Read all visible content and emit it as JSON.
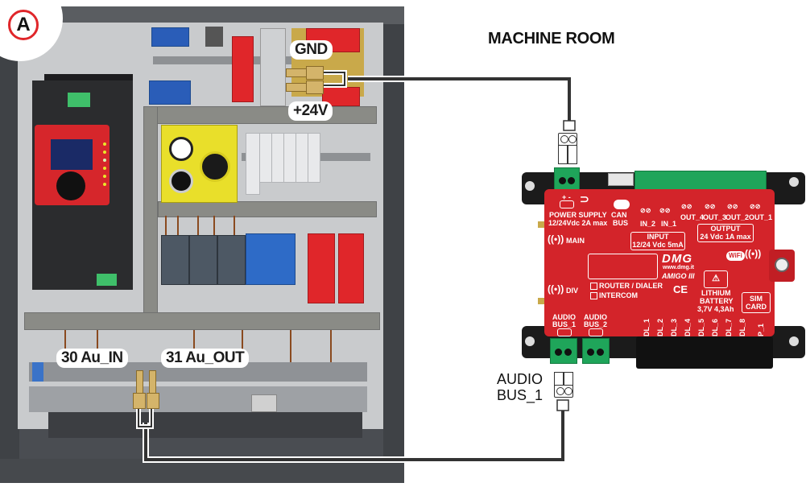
{
  "diagram": {
    "title": "MACHINE ROOM",
    "badge": "A",
    "cabinet_labels": {
      "gnd": "GND",
      "plus24v": "+24V",
      "audio_in": "30 Au_IN",
      "audio_out": "31 Au_OUT"
    },
    "connector_label": {
      "line1": "AUDIO",
      "line2": "BUS_1"
    },
    "device": {
      "brand": "DMG",
      "website": "www.dmg.it",
      "model": "AMIGO III",
      "power_supply": {
        "title": "POWER SUPPLY",
        "spec": "12/24Vdc 2A max",
        "polarity": "+ -"
      },
      "can_bus": {
        "line1": "CAN",
        "line2": "BUS"
      },
      "inputs": {
        "items": [
          "IN_2",
          "IN_1"
        ],
        "title": "INPUT",
        "spec": "12/24 Vdc 5mA"
      },
      "outputs": {
        "items": [
          "OUT_4",
          "OUT_3",
          "OUT_2",
          "OUT_1"
        ],
        "title": "OUTPUT",
        "spec": "24 Vdc 1A max"
      },
      "antennas": {
        "main": "MAIN",
        "div": "DIV"
      },
      "wifi": "WiFi",
      "modes": [
        "ROUTER / DIALER",
        "INTERCOM"
      ],
      "ce_mark": "CE",
      "battery": {
        "line1": "LITHIUM",
        "line2": "BATTERY",
        "line3": "3,7V 4,3Ah"
      },
      "sim": {
        "line1": "SIM",
        "line2": "CARD"
      },
      "audio_bus": [
        {
          "line1": "AUDIO",
          "line2": "BUS_1"
        },
        {
          "line1": "AUDIO",
          "line2": "BUS_2"
        }
      ],
      "dl_ports": [
        "DL_1",
        "DL_2",
        "DL_3",
        "DL_4",
        "DL_5",
        "DL_6",
        "DL_7",
        "DL_8",
        "P_1"
      ]
    },
    "colors": {
      "device_red": "#d3242a",
      "terminal_green": "#1fa55a",
      "cable": "#333333",
      "pin_gold": "#d4b46a",
      "badge_ring": "#e0262a"
    }
  }
}
